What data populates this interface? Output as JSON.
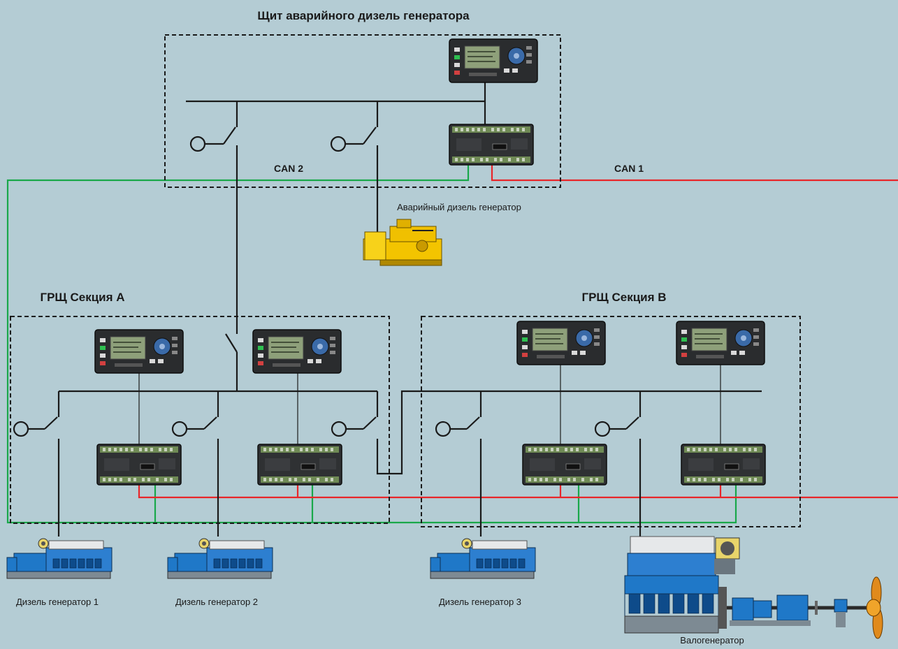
{
  "panels": {
    "emergency": {
      "title": "Щит аварийного дизель генератора"
    },
    "section_a": {
      "title": "ГРЩ Секция A"
    },
    "section_b": {
      "title": "ГРЩ Секция B"
    }
  },
  "buses": {
    "can2": "CAN 2",
    "can1": "CAN 1"
  },
  "generators": {
    "emergency": "Аварийный дизель генератор",
    "dg1": "Дизель генератор 1",
    "dg2": "Дизель генератор 2",
    "dg3": "Дизель генератор 3",
    "shaft": "Валогенератор"
  },
  "colors": {
    "background": "#b4ccd4",
    "can1": "#e8262a",
    "can2": "#19a84a",
    "line": "#1a1a1a",
    "emergency_generator": "#f3c400",
    "engine": "#1f78c8"
  }
}
